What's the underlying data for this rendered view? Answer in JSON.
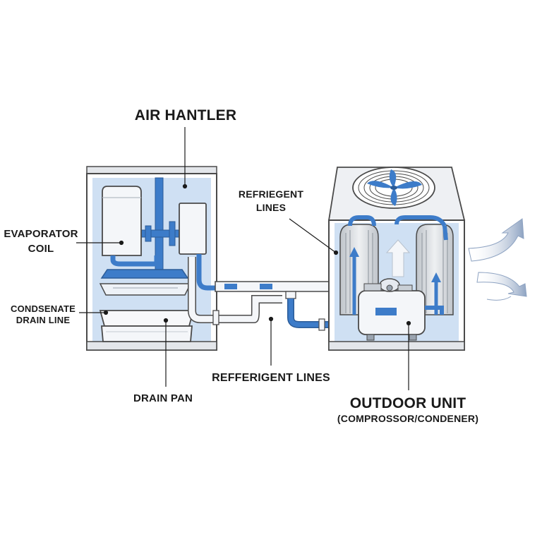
{
  "labels": {
    "air_handler": "AIR HANTLER",
    "refrigerant_lines_top": [
      "REFRIEGENT",
      "LINES"
    ],
    "evaporator_coil": [
      "EVAPORATOR",
      "COIL"
    ],
    "condensate_drain_line": [
      "CONDSENATE",
      "DRAIN LINE"
    ],
    "refrigerant_lines_bottom": "REFFERIGENT LINES",
    "drain_pan": "DRAIN PAN",
    "outdoor_unit": "OUTDOOR UNIT",
    "outdoor_unit_sub": "(COMPROSSOR/CONDENER)"
  },
  "colors": {
    "panel_fill": "#cfe0f3",
    "blue_pipe": "#3d7cc9",
    "outline": "#4a4a4a",
    "white_part": "#f4f6f9",
    "light_grey": "#e3e6ea",
    "label_text": "#1a1a1a"
  },
  "icons": [
    "fan-icon",
    "airflow-arrow-icon",
    "up-arrow-icon"
  ]
}
